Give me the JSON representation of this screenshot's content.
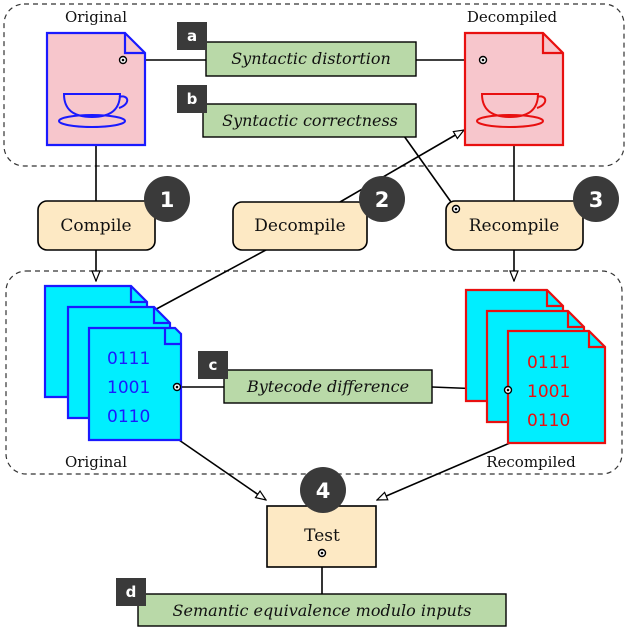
{
  "labels": {
    "original_top": "Original",
    "decompiled_top": "Decompiled",
    "original_bottom": "Original",
    "recompiled_bottom": "Recompiled"
  },
  "steps": {
    "compile": "Compile",
    "decompile": "Decompile",
    "recompile": "Recompile",
    "test": "Test"
  },
  "step_numbers": [
    "1",
    "2",
    "3",
    "4"
  ],
  "annotations": {
    "a": {
      "badge": "a",
      "text": "Syntactic distortion"
    },
    "b": {
      "badge": "b",
      "text": "Syntactic correctness"
    },
    "c": {
      "badge": "c",
      "text": "Bytecode difference"
    },
    "d": {
      "badge": "d",
      "text": "Semantic equivalence modulo inputs"
    }
  },
  "bytecode": {
    "line1": "0111",
    "line2": "1001",
    "line3": "0110"
  },
  "colors": {
    "source_fill": "#f7c6cc",
    "bytecode_fill": "#00eeff",
    "step_fill": "#fde9c4",
    "note_fill": "#b9d9a8",
    "blue": "#1a1aff",
    "red": "#e81010",
    "badge": "#3a3a3a"
  },
  "icons": {
    "source_file": "java-coffee-cup-icon",
    "bytecode_file": "stacked-class-file-icon"
  }
}
